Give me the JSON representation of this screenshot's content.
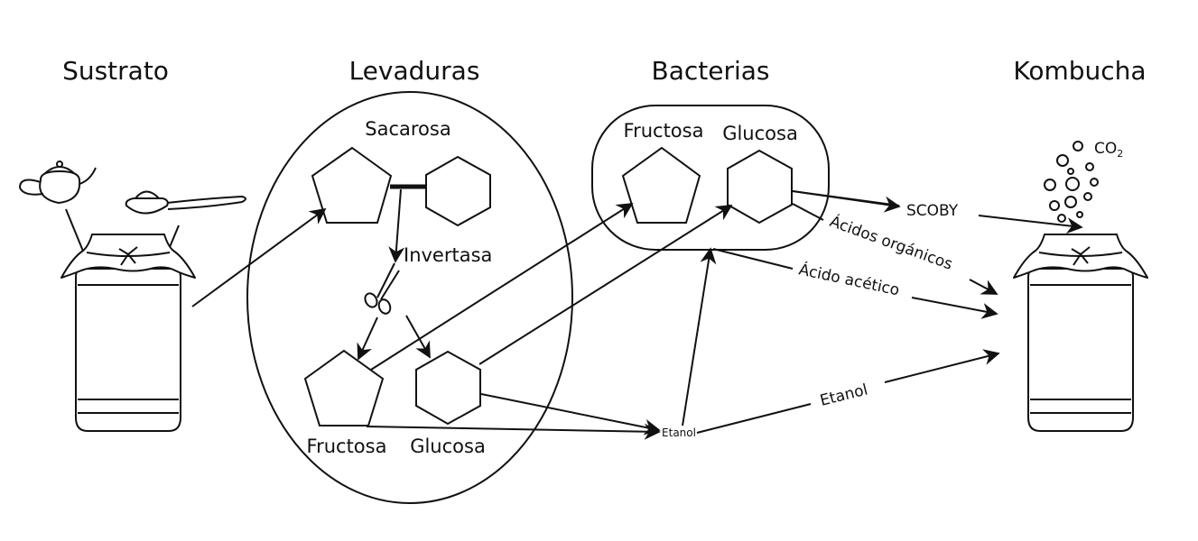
{
  "columns": {
    "sustrato": "Sustrato",
    "levaduras": "Levaduras",
    "bacterias": "Bacterias",
    "kombucha": "Kombucha"
  },
  "levaduras": {
    "sacarosa": "Sacarosa",
    "invertasa": "Invertasa",
    "fructosa": "Fructosa",
    "glucosa": "Glucosa"
  },
  "bacterias": {
    "fructosa": "Fructosa",
    "glucosa": "Glucosa"
  },
  "kombucha": {
    "co2": "CO",
    "co2_sub": "2"
  },
  "flows": {
    "etanol_small": "Etanol",
    "scoby": "SCOBY",
    "acidos_organicos": "Ácidos orgánicos",
    "acido_acetico": "Ácido acético",
    "etanol": "Etanol"
  },
  "icons": [
    "teapot-icon",
    "spoon-icon",
    "jar-icon",
    "scissors-icon",
    "bubbles-icon",
    "pentagon-icon",
    "hexagon-icon"
  ]
}
